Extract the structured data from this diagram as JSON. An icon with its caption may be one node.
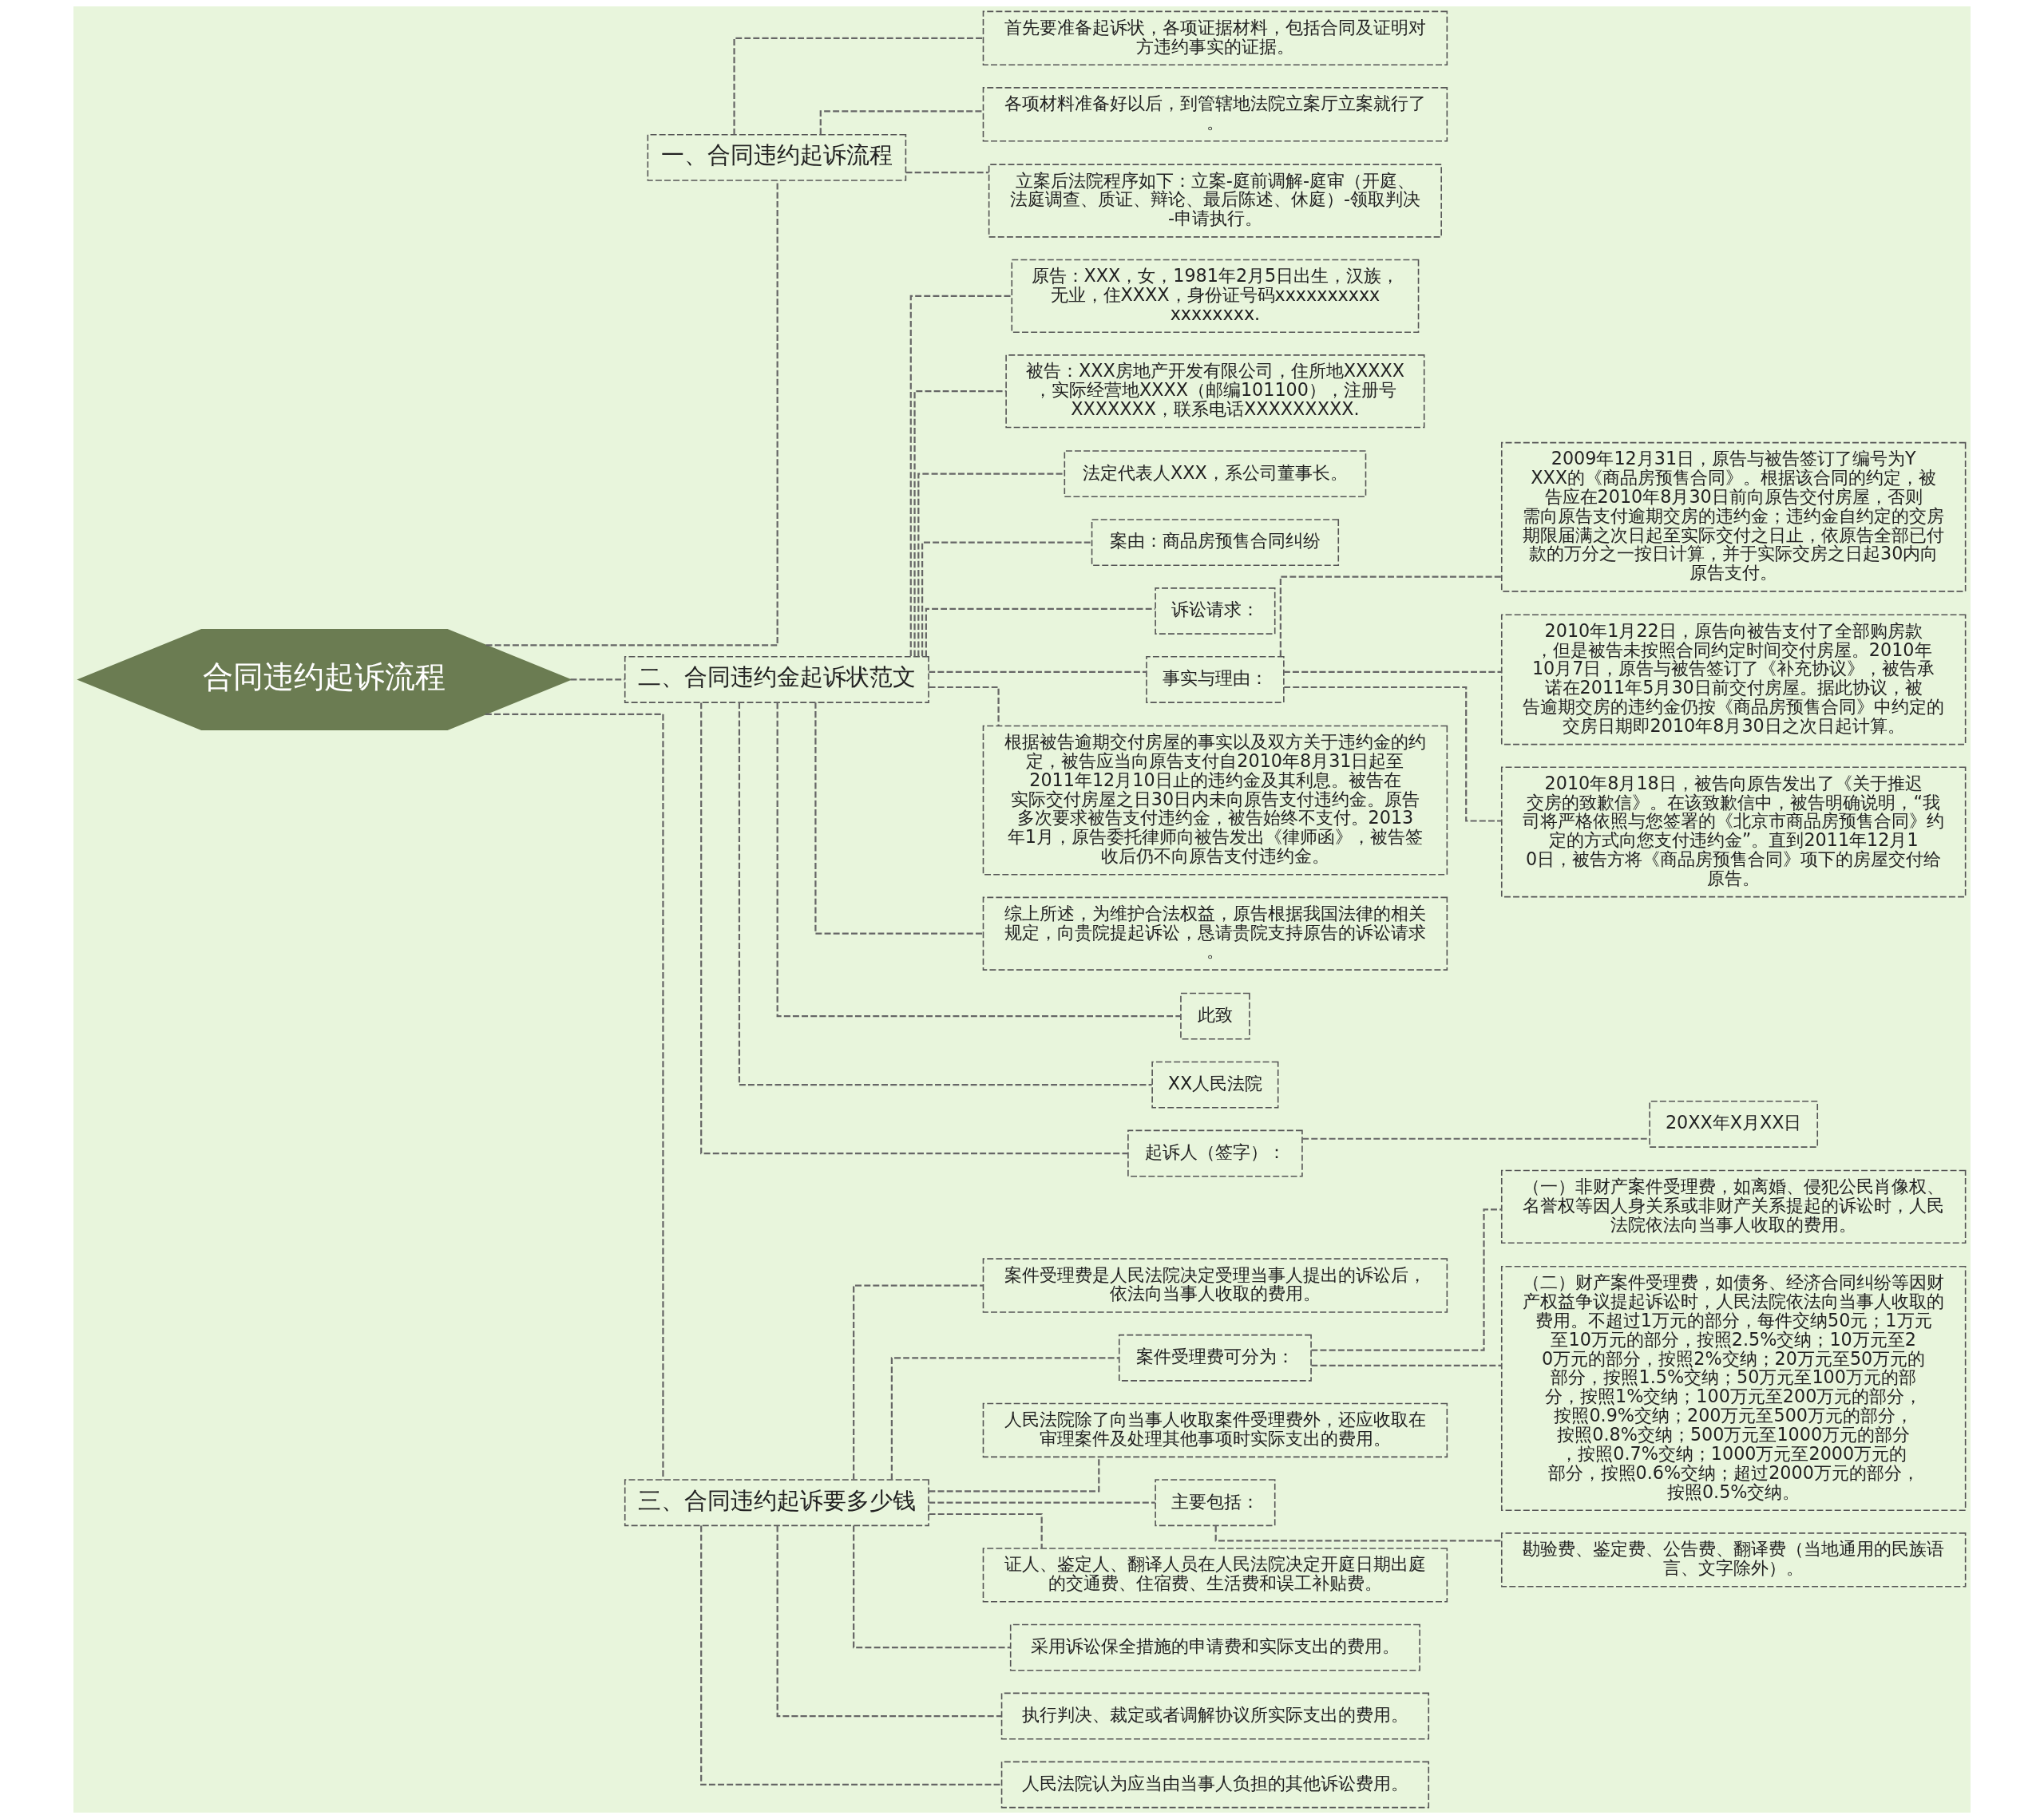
{
  "diagram": {
    "nodes": [
      {
        "text": [
          "合同违约起诉流程"
        ]
      },
      {
        "text": [
          "一、合同违约起诉流程"
        ]
      },
      {
        "text": [
          "首先要准备起诉状，各项证据材料，包括合同及证明对方违约事实的证据。"
        ]
      },
      {
        "text": [
          "各项材料准备好以后，到管辖地法院立案厅立案就行了。"
        ]
      },
      {
        "text": [
          "立案后法院程序如下：立案-庭前调解-庭审（开庭、法庭调查、质证、辩论、最后陈述、休庭）-领取判决-申请执行。"
        ]
      },
      {
        "text": [
          "二、合同违约金起诉状范文"
        ]
      },
      {
        "text": [
          "原告：XXX，女，1981年2月5日出生，汉族，无业，住XXXX，身份证号码xxxxxxxxxxxxxxxxxx."
        ]
      },
      {
        "text": [
          "被告：XXX房地产开发有限公司，住所地XXXXX，实际经营地XXXX（邮编101100），注册号XXXXXXX，联系电话XXXXXXXXX."
        ]
      },
      {
        "text": [
          "法定代表人XXX，系公司董事长。"
        ]
      },
      {
        "text": [
          "案由：商品房预售合同纠纷"
        ]
      },
      {
        "text": [
          "诉讼请求："
        ]
      },
      {
        "text": [
          "事实与理由："
        ]
      },
      {
        "text": [
          "2009年12月31日，原告与被告签订了编号为YXXX的《商品房预售合同》。根据该合同的约定，被告应在2010年8月30日前向原告交付房屋，否则需向原告支付逾期交房的违约金；违约金自约定的交房期限届满之次日起至实际交付之日止，依原告全部已付款的万分之一按日计算，并于实际交房之日起30内向原告支付。"
        ]
      },
      {
        "text": [
          "2010年1月22日，原告向被告支付了全部购房款，但是被告未按照合同约定时间交付房屋。2010年10月7日，原告与被告签订了《补充协议》，被告承诺在2011年5月30日前交付房屋。据此协议，被告逾期交房的违约金仍按《商品房预售合同》中约定的交房日期即2010年8月30日之次日起计算。"
        ]
      },
      {
        "text": [
          "2010年8月18日，被告向原告发出了《关于推迟交房的致歉信》。在该致歉信中，被告明确说明，“我司将严格依照与您签署的《北京市商品房预售合同》约定的方式向您支付违约金”。直到2011年12月10日，被告方将《商品房预售合同》项下的房屋交付给原告。"
        ]
      },
      {
        "text": [
          "根据被告逾期交付房屋的事实以及双方关于违约金的约定，被告应当向原告支付自2010年8月31日起至2011年12月10日止的违约金及其利息。被告在实际交付房屋之日30日内未向原告支付违约金。原告多次要求被告支付违约金，被告始终不支付。2013年1月，原告委托律师向被告发出《律师函》，被告签收后仍不向原告支付违约金。"
        ]
      },
      {
        "text": [
          "综上所述，为维护合法权益，原告根据我国法律的相关规定，向贵院提起诉讼，恳请贵院支持原告的诉讼请求。"
        ]
      },
      {
        "text": [
          "此致"
        ]
      },
      {
        "text": [
          "XX人民法院"
        ]
      },
      {
        "text": [
          "起诉人（签字）："
        ]
      },
      {
        "text": [
          "20XX年X月XX日"
        ]
      },
      {
        "text": [
          "三、合同违约起诉要多少钱"
        ]
      },
      {
        "text": [
          "案件受理费是人民法院决定受理当事人提出的诉讼后，依法向当事人收取的费用。"
        ]
      },
      {
        "text": [
          "案件受理费可分为："
        ]
      },
      {
        "text": [
          "（一）非财产案件受理费，如离婚、侵犯公民肖像权、名誉权等因人身关系或非财产关系提起的诉讼时，人民法院依法向当事人收取的费用。"
        ]
      },
      {
        "text": [
          "（二）财产案件受理费，如债务、经济合同纠纷等因财产权益争议提起诉讼时，人民法院依法向当事人收取的费用。不超过1万元的部分，每件交纳50元；1万元至10万元的部分，按照2.5%交纳；10万元至20万元的部分，按照2%交纳；20万元至50万元的部分，按照1.5%交纳；50万元至100万元的部分，按照1%交纳；100万元至200万元的部分，按照0.9%交纳；200万元至500万元的部分，按照0.8%交纳；500万元至1000万元的部分，按照0.7%交纳；1000万元至2000万元的部分，按照0.6%交纳；超过2000万元的部分，按照0.5%交纳。"
        ]
      },
      {
        "text": [
          "人民法院除了向当事人收取案件受理费外，还应收取在审理案件及处理其他事项时实际支出的费用。"
        ]
      },
      {
        "text": [
          "主要包括："
        ]
      },
      {
        "text": [
          "勘验费、鉴定费、公告费、翻译费（当地通用的民族语言、文字除外）。"
        ]
      },
      {
        "text": [
          "证人、鉴定人、翻译人员在人民法院决定开庭日期出庭的交通费、住宿费、生活费和误工补贴费。"
        ]
      },
      {
        "text": [
          "采用诉讼保全措施的申请费和实际支出的费用。"
        ]
      },
      {
        "text": [
          "执行判决、裁定或者调解协议所实际支出的费用。"
        ]
      },
      {
        "text": [
          "人民法院认为应当由当事人负担的其他诉讼费用。"
        ]
      }
    ],
    "edges": [
      {
        "from": 0,
        "to": 1,
        "arrow": "none"
      },
      {
        "from": 1,
        "to": 2,
        "arrow": "none"
      },
      {
        "from": 1,
        "to": 3,
        "arrow": "none"
      },
      {
        "from": 1,
        "to": 4,
        "arrow": "none"
      },
      {
        "from": 0,
        "to": 5,
        "arrow": "none"
      },
      {
        "from": 5,
        "to": 6,
        "arrow": "none"
      },
      {
        "from": 5,
        "to": 7,
        "arrow": "none"
      },
      {
        "from": 5,
        "to": 8,
        "arrow": "none"
      },
      {
        "from": 5,
        "to": 9,
        "arrow": "none"
      },
      {
        "from": 5,
        "to": 10,
        "arrow": "none"
      },
      {
        "from": 5,
        "to": 11,
        "arrow": "none"
      },
      {
        "from": 11,
        "to": 12,
        "arrow": "none"
      },
      {
        "from": 11,
        "to": 13,
        "arrow": "none"
      },
      {
        "from": 11,
        "to": 14,
        "arrow": "none"
      },
      {
        "from": 5,
        "to": 15,
        "arrow": "none"
      },
      {
        "from": 5,
        "to": 16,
        "arrow": "none"
      },
      {
        "from": 5,
        "to": 17,
        "arrow": "none"
      },
      {
        "from": 5,
        "to": 18,
        "arrow": "none"
      },
      {
        "from": 5,
        "to": 19,
        "arrow": "none"
      },
      {
        "from": 19,
        "to": 20,
        "arrow": "none"
      },
      {
        "from": 0,
        "to": 21,
        "arrow": "none"
      },
      {
        "from": 21,
        "to": 22,
        "arrow": "none"
      },
      {
        "from": 21,
        "to": 23,
        "arrow": "none"
      },
      {
        "from": 23,
        "to": 24,
        "arrow": "none"
      },
      {
        "from": 23,
        "to": 25,
        "arrow": "none"
      },
      {
        "from": 21,
        "to": 26,
        "arrow": "none"
      },
      {
        "from": 21,
        "to": 27,
        "arrow": "none"
      },
      {
        "from": 27,
        "to": 28,
        "arrow": "none"
      },
      {
        "from": 21,
        "to": 29,
        "arrow": "none"
      },
      {
        "from": 21,
        "to": 30,
        "arrow": "none"
      },
      {
        "from": 21,
        "to": 31,
        "arrow": "none"
      },
      {
        "from": 21,
        "to": 32,
        "arrow": "none"
      }
    ]
  }
}
